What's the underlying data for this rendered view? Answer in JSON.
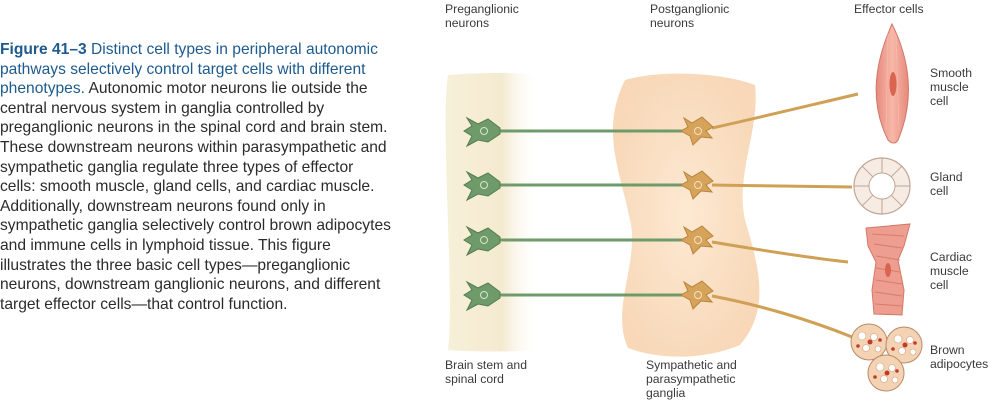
{
  "caption": {
    "figure_number": "Figure 41–3",
    "title": "Distinct cell types in peripheral autonomic pathways selectively control target cells with different phenotypes.",
    "body": "Autonomic motor neurons lie outside the central nervous system in ganglia controlled by preganglionic neurons in the spinal cord and brain stem. These downstream neurons within parasympathetic and sympathetic ganglia regulate three types of effector cells: smooth muscle, gland cells, and cardiac muscle. Additionally, downstream neurons found only in sympathetic ganglia selectively control brown adipocytes and immune cells in lymphoid tissue. This figure illustrates the three basic cell types—preganglionic neurons, downstream ganglionic neurons, and different target effector cells—that control function."
  },
  "labels": {
    "preganglionic": "Preganglionic\nneurons",
    "postganglionic": "Postganglionic\nneurons",
    "effector": "Effector cells",
    "smooth_muscle": "Smooth\nmuscle\ncell",
    "gland": "Gland\ncell",
    "cardiac": "Cardiac\nmuscle\ncell",
    "brown_adipocytes": "Brown\nadipocytes",
    "brainstem": "Brain stem and\nspinal cord",
    "ganglia": "Sympathetic and\nparasympathetic\nganglia"
  },
  "colors": {
    "caption_accent": "#1d5a8e",
    "preganglionic_neuron": "#6f9a6a",
    "postganglionic_neuron": "#cfa055",
    "cns_band": "#f3ebcf",
    "ganglion_region": "#fbe2c6",
    "smooth_muscle": "#f0a898",
    "cardiac_muscle": "#ee9e90",
    "gland_cell": "#f6ece4",
    "adipocyte": "#f3d3b4"
  }
}
